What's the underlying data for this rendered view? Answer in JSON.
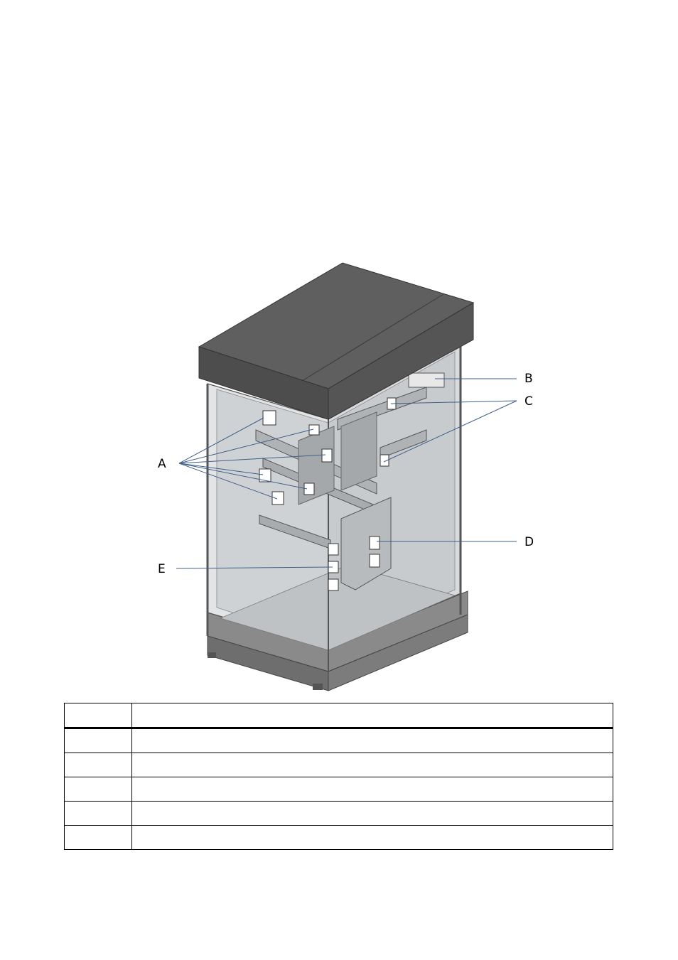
{
  "callouts": [
    {
      "id": "A",
      "label": "A"
    },
    {
      "id": "B",
      "label": "B"
    },
    {
      "id": "C",
      "label": "C"
    },
    {
      "id": "D",
      "label": "D"
    },
    {
      "id": "E",
      "label": "E"
    }
  ],
  "legend_table": {
    "headers": [
      "",
      ""
    ],
    "rows": [
      [
        "",
        ""
      ],
      [
        "",
        ""
      ],
      [
        "",
        ""
      ],
      [
        "",
        ""
      ],
      [
        "",
        ""
      ]
    ]
  },
  "colors": {
    "roof": "#5f5f5f",
    "roof_dark": "#4a4a4a",
    "panel": "#e4e6e8",
    "frame": "#7a7a7a",
    "leader": "#3f5f8a"
  }
}
